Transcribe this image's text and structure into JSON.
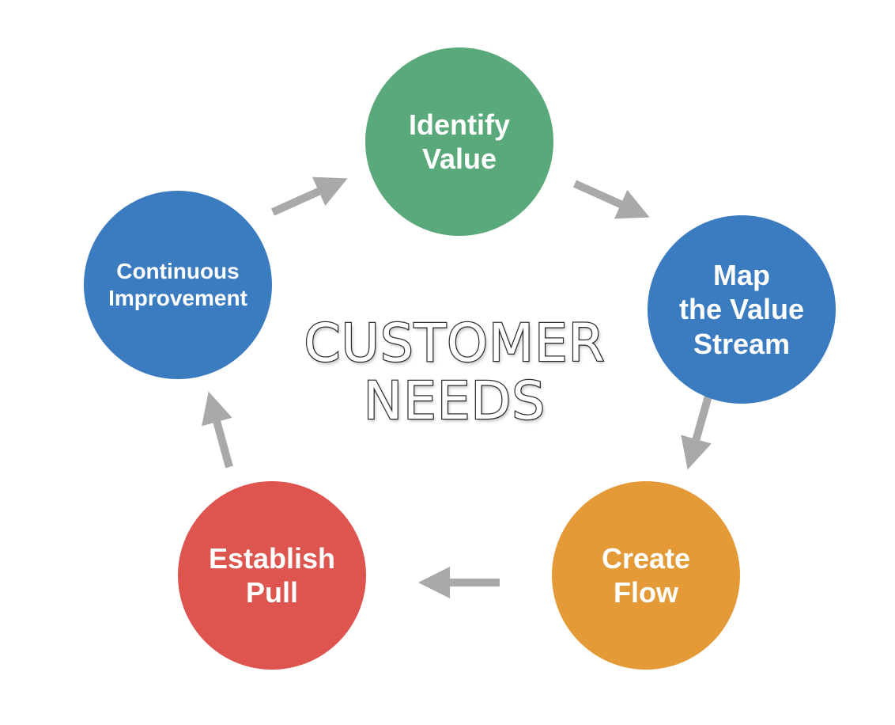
{
  "center": {
    "line1": "CUSTOMER",
    "line2": "NEEDS"
  },
  "nodes": [
    {
      "id": "identify",
      "lines": [
        "Identify",
        "Value"
      ],
      "color": "#5aa97a"
    },
    {
      "id": "map",
      "lines": [
        "Map",
        "the Value",
        "Stream"
      ],
      "color": "#3b7bbf"
    },
    {
      "id": "flow",
      "lines": [
        "Create",
        "Flow"
      ],
      "color": "#e39a37"
    },
    {
      "id": "pull",
      "lines": [
        "Establish",
        "Pull"
      ],
      "color": "#de544e"
    },
    {
      "id": "ci",
      "lines": [
        "Continuous",
        "Improvement"
      ],
      "color": "#3b7bbf"
    }
  ],
  "arrow_color": "#a9a9a9"
}
